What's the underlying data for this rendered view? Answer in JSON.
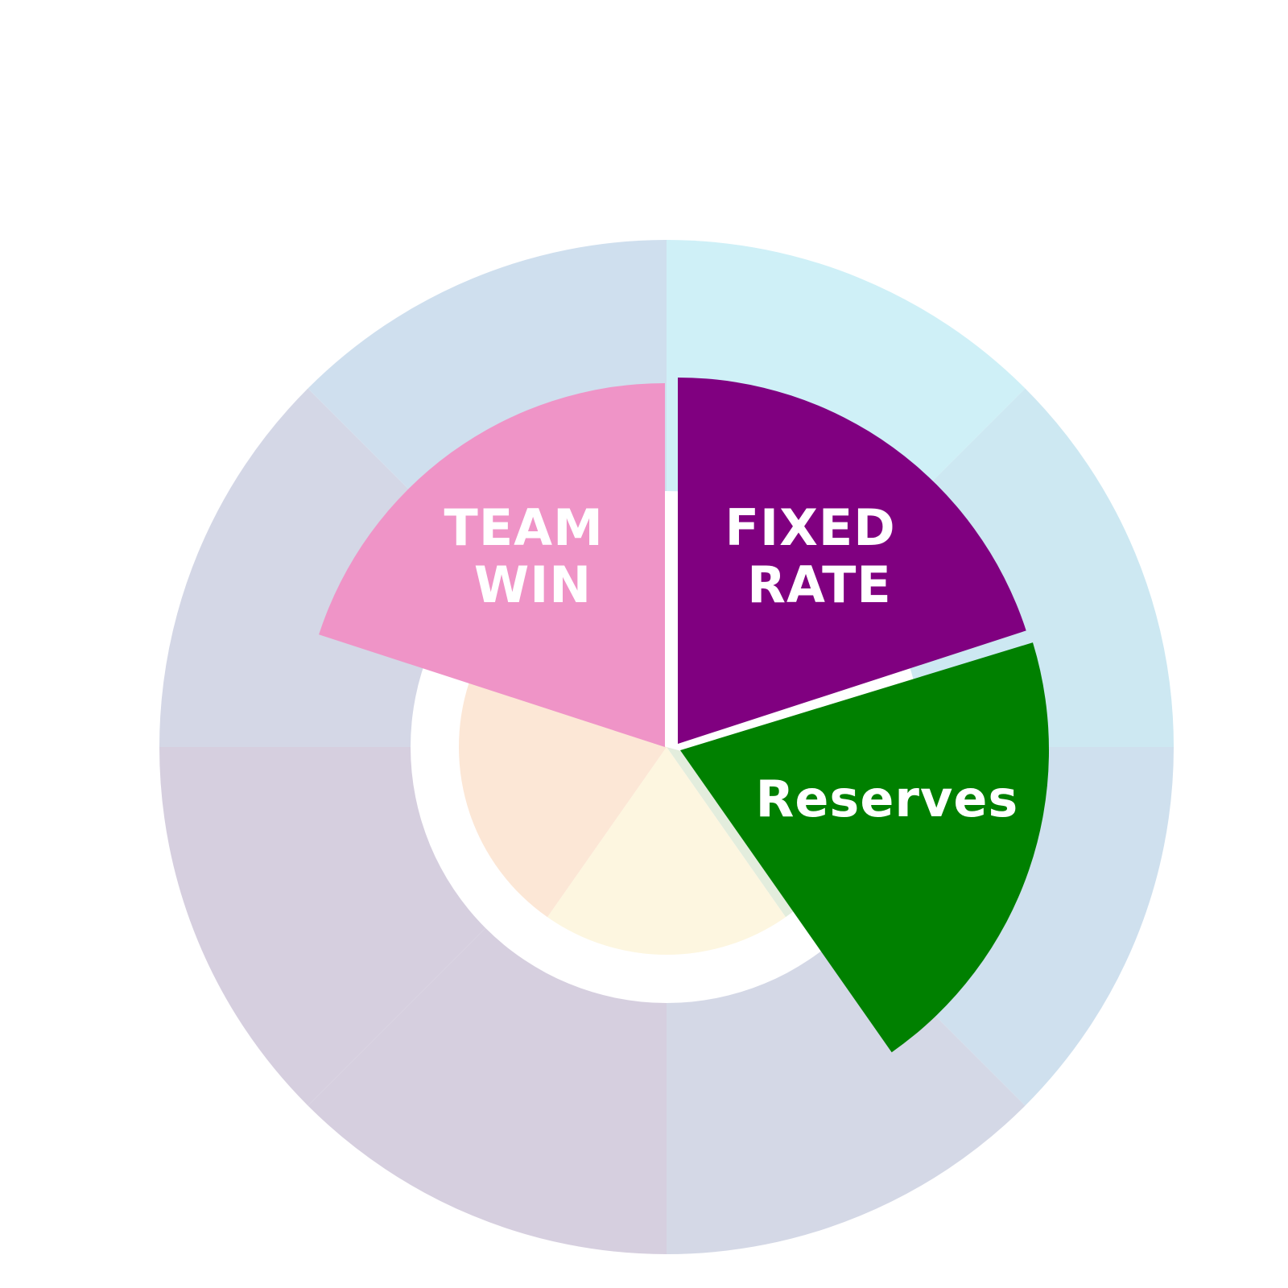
{
  "diagram": {
    "outer_ring": {
      "colors": [
        "#cff0f7",
        "#cde8f2",
        "#cfe0ee",
        "#d4d8e6",
        "#d6cfdf",
        "#d6cfdf",
        "#d4d7e6",
        "#cfdfee"
      ]
    },
    "inner_pie": {
      "colors": [
        "#e3eddd",
        "#fdf6e0",
        "#fce7d6"
      ]
    },
    "wedges": [
      {
        "id": "team-win",
        "lines": [
          "TEAM",
          "WIN"
        ],
        "color": "#ef94c7"
      },
      {
        "id": "fixed-rate",
        "lines": [
          "FIXED",
          "RATE"
        ],
        "color": "#800080"
      },
      {
        "id": "reserves",
        "lines": [
          "Reserves"
        ],
        "color": "#008000"
      }
    ]
  }
}
